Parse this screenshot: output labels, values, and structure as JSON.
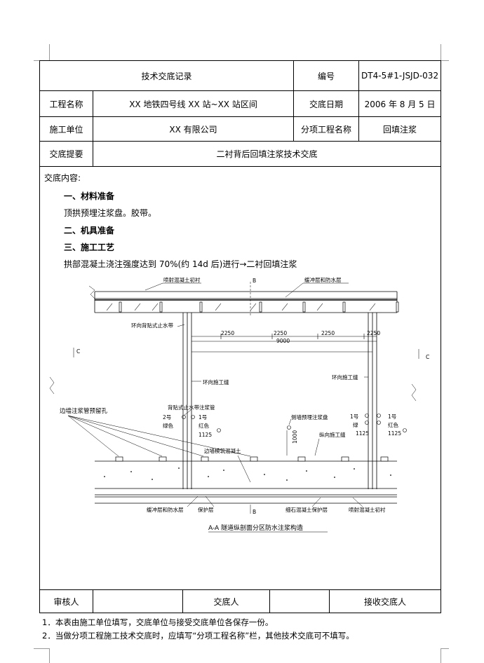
{
  "header": {
    "title": "技术交底记录",
    "number_label": "编号",
    "number_value": "DT4-5#1-JSJD-032"
  },
  "rows": {
    "project_name_label": "工程名称",
    "project_name_value": "XX 地铁四号线 XX 站~XX 站区间",
    "date_label": "交底日期",
    "date_value": "2006 年 8 月 5 日",
    "contractor_label": "施工单位",
    "contractor_value": "XX 有限公司",
    "subproject_label": "分项工程名称",
    "subproject_value": "回填注浆",
    "summary_label": "交底提要",
    "summary_value": "二衬背后回填注浆技术交底"
  },
  "content": {
    "intro": "交底内容:",
    "s1_title": "一、材料准备",
    "s1_text": "顶拱预埋注浆盘。胶带。",
    "s2_title": "二、机具准备",
    "s3_title": "三、施工工艺",
    "s3_text": "拱部混凝土浇注强度达到 70%(约 14d 后)进行→二衬回填注浆"
  },
  "drawing": {
    "caption": "A-A 隧道纵剖面分区防水注浆构造",
    "label_top_lining": "喷射混凝土初衬",
    "label_top_waterproof": "缓冲层和防水层",
    "label_ring_stop": "环向背贴式止水带",
    "label_ring_joint_left": "环向施工缝",
    "label_ring_joint_right": "环向施工缝",
    "label_side_holes": "边墙注浆管预留孔",
    "label_back_pipe": "背贴式止水带注浆管",
    "label_side_plate": "侧墙预埋注浆盘",
    "label_long_joint": "纵向施工缝",
    "label_side_concrete": "边墙模筑混凝土",
    "label_bot_waterproof": "缓冲层和防水层",
    "label_protect": "保护层",
    "label_fine_stone": "细石混凝土保护层",
    "label_bot_lining": "喷射混凝土初衬",
    "pipe2_left": "2号",
    "pipe2_left_color": "绿色",
    "pipe1_left": "1号",
    "pipe1_left_color": "红色",
    "pipe1_right_a": "1号",
    "pipe1_right_b": "1号",
    "pipe_right_color_a": "绿",
    "pipe_right_color_b": "红色",
    "dim_1125_a": "1125",
    "dim_1125_b": "1125",
    "dim_1125_c": "1125",
    "dim_1000": "1000",
    "dim_2250_a": "2250",
    "dim_2250_b": "2250",
    "dim_2250_c": "2250",
    "dim_2250_d": "2250",
    "dim_9000": "9000",
    "sec_b_top": "B",
    "sec_b_bot": "B",
    "sec_c_left": "C",
    "sec_c_right": "C"
  },
  "footer": {
    "reviewer_label": "审核人",
    "discloser_label": "交底人",
    "receiver_label": "接收交底人"
  },
  "notes": {
    "note1": "1．本表由施工单位填写，交底单位与接受交底单位各保存一份。",
    "note2": "2．当做分项工程施工技术交底时，应填写“分项工程名称”栏，其他技术交底可不填写。"
  }
}
